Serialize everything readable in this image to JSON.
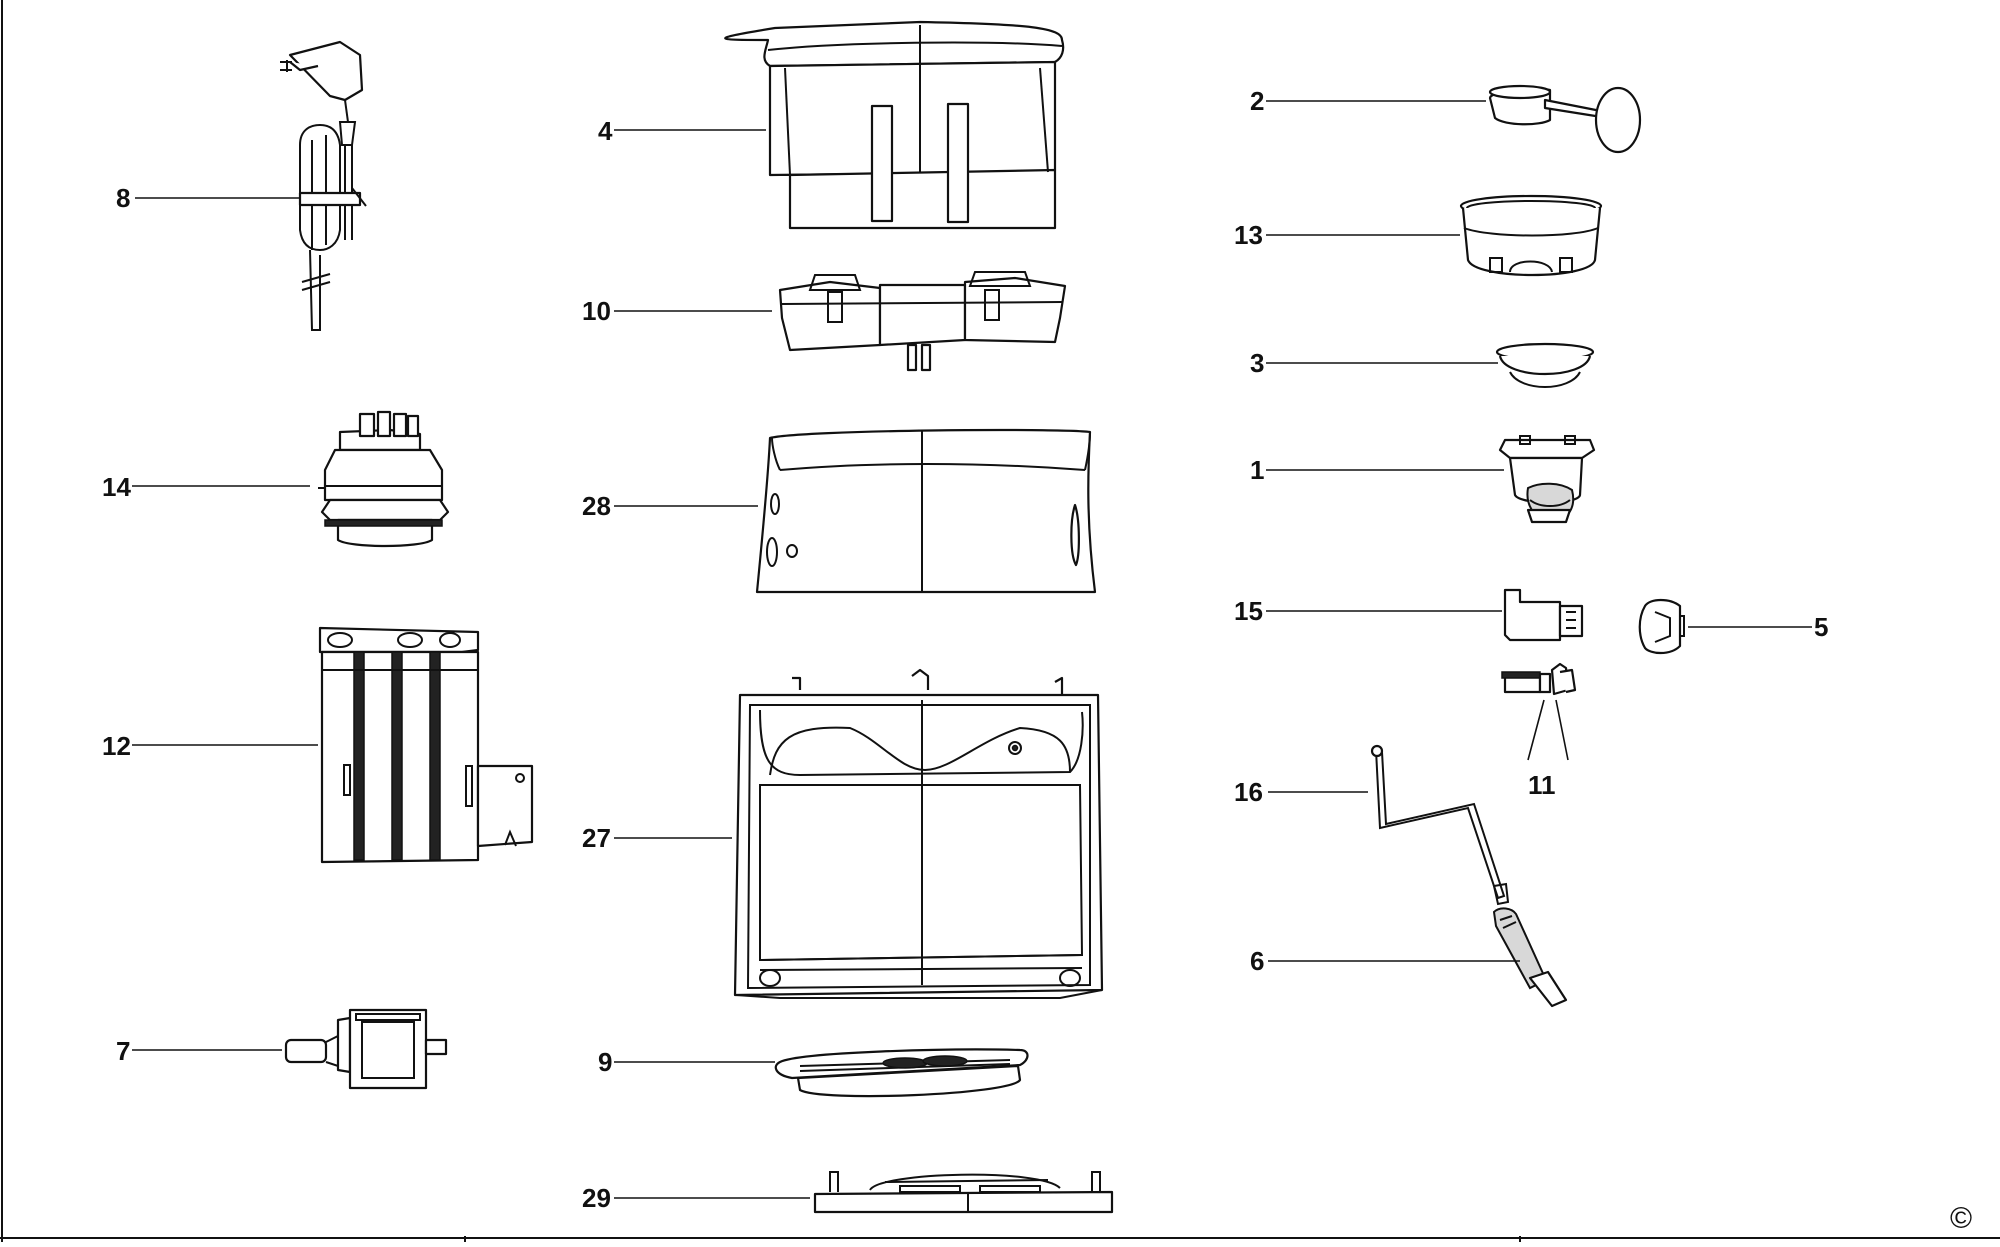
{
  "diagram": {
    "labels": [
      "1",
      "2",
      "3",
      "4",
      "5",
      "6",
      "7",
      "8",
      "9",
      "10",
      "11",
      "12",
      "13",
      "14",
      "15",
      "16",
      "27",
      "28",
      "29"
    ],
    "copyright_mark": "©"
  }
}
